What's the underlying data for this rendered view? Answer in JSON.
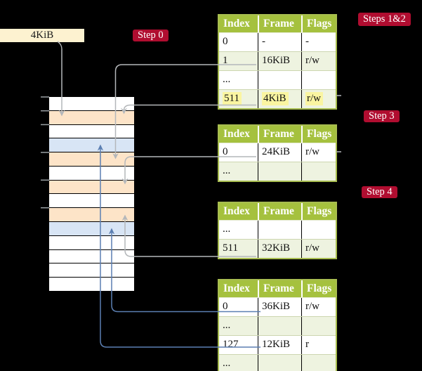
{
  "palette": {
    "bg": "#000000",
    "cream": "#fdf2d0",
    "badge_red": "#b00d30",
    "header_green": "#a5c13e",
    "table_border": "#a8bd50",
    "row_tint": "#eef3e0",
    "peach": "#fde4c8",
    "pageblue": "#d8e5f5",
    "highlight_yellow": "#faf5a1",
    "gray_line": "#b4b7ba",
    "blue_line": "#5b7fb2",
    "tick_gray": "#9aa0a4"
  },
  "page_size_box": {
    "label": "4KiB"
  },
  "badges": [
    {
      "label": "Step 0"
    },
    {
      "label": "Steps 1&2"
    },
    {
      "label": "Step 3"
    },
    {
      "label": "Step 4"
    }
  ],
  "memory": {
    "rows": [
      "white",
      "peach",
      "white",
      "blue",
      "peach",
      "white",
      "peach",
      "white",
      "peach",
      "blue",
      "white",
      "white",
      "white",
      "white"
    ]
  },
  "tables": [
    {
      "headers": [
        "Index",
        "Frame",
        "Flags"
      ],
      "rows": [
        {
          "cells": [
            "0",
            "-",
            "-"
          ],
          "shade": "plain",
          "highlight": false
        },
        {
          "cells": [
            "1",
            "16KiB",
            "r/w"
          ],
          "shade": "tint",
          "highlight": false
        },
        {
          "cells": [
            "...",
            "",
            ""
          ],
          "shade": "plain",
          "highlight": false
        },
        {
          "cells": [
            "511",
            "4KiB",
            "r/w"
          ],
          "shade": "tint",
          "highlight": true
        }
      ]
    },
    {
      "headers": [
        "Index",
        "Frame",
        "Flags"
      ],
      "rows": [
        {
          "cells": [
            "0",
            "24KiB",
            "r/w"
          ],
          "shade": "plain",
          "highlight": false
        },
        {
          "cells": [
            "...",
            "",
            ""
          ],
          "shade": "tint",
          "highlight": false
        }
      ]
    },
    {
      "headers": [
        "Index",
        "Frame",
        "Flags"
      ],
      "rows": [
        {
          "cells": [
            "...",
            "",
            ""
          ],
          "shade": "plain",
          "highlight": false
        },
        {
          "cells": [
            "511",
            "32KiB",
            "r/w"
          ],
          "shade": "tint",
          "highlight": false
        }
      ]
    },
    {
      "headers": [
        "Index",
        "Frame",
        "Flags"
      ],
      "rows": [
        {
          "cells": [
            "0",
            "36KiB",
            "r/w"
          ],
          "shade": "plain",
          "highlight": false
        },
        {
          "cells": [
            "...",
            "",
            ""
          ],
          "shade": "tint",
          "highlight": false
        },
        {
          "cells": [
            "127",
            "12KiB",
            "r"
          ],
          "shade": "plain",
          "highlight": false
        },
        {
          "cells": [
            "...",
            "",
            ""
          ],
          "shade": "tint",
          "highlight": false
        }
      ]
    }
  ]
}
